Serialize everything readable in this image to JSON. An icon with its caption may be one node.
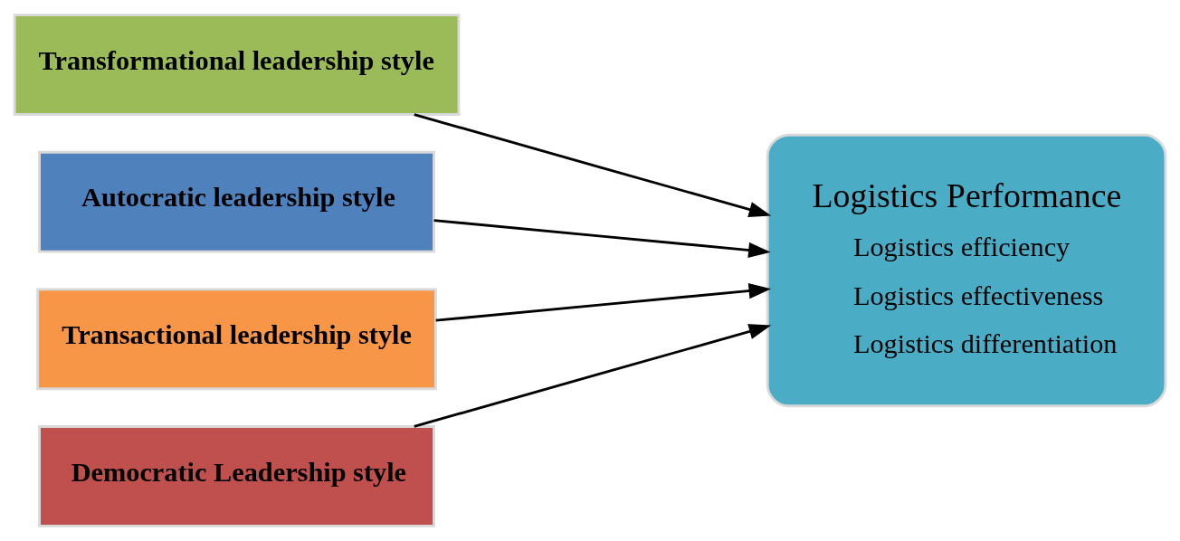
{
  "diagram": {
    "nodes": [
      {
        "text": [
          "Transformational leadership style"
        ]
      },
      {
        "text": [
          "Autocratic leadership style"
        ]
      },
      {
        "text": [
          "Transactional leadership style"
        ]
      },
      {
        "text": [
          "Democratic Leadership style"
        ]
      },
      {
        "text": [
          "Logistics Performance",
          "Logistics efficiency",
          "Logistics effectiveness",
          "Logistics differentiation"
        ]
      }
    ],
    "edges": [
      {
        "from": 0,
        "to": 4,
        "arrow": "to"
      },
      {
        "from": 1,
        "to": 4,
        "arrow": "to"
      },
      {
        "from": 2,
        "to": 4,
        "arrow": "to"
      },
      {
        "from": 3,
        "to": 4,
        "arrow": "to"
      }
    ]
  }
}
